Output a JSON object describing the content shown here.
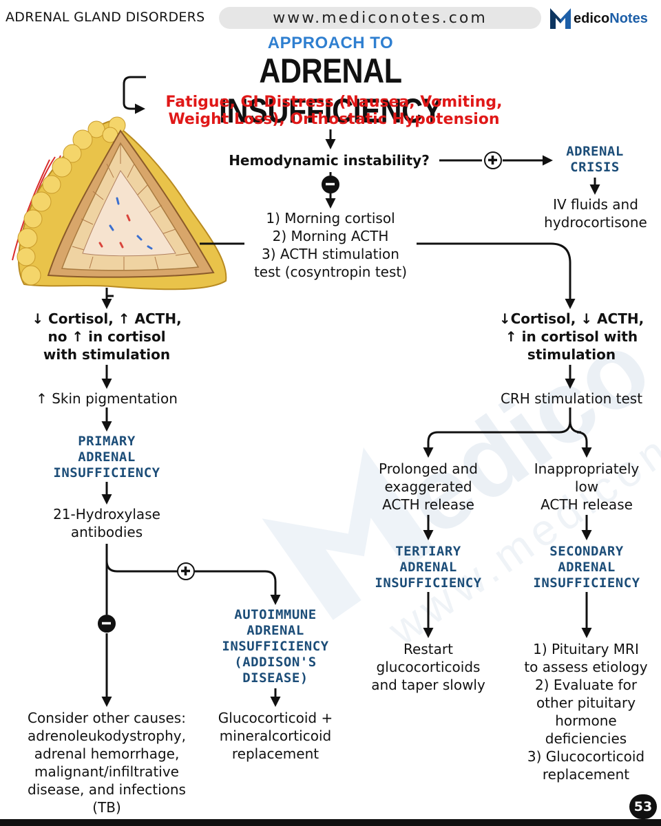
{
  "header": {
    "section_title": "ADRENAL GLAND DISORDERS",
    "url": "www.mediconotes.com",
    "logo_prefix": "edico",
    "logo_suffix": "Notes",
    "logo_letter": "M"
  },
  "title": {
    "pre": "APPROACH TO",
    "main": "ADRENAL INSUFFICIENCY",
    "symptoms_line1": "Fatigue, GI Distress (Nausea, Vomiting,",
    "symptoms_line2": "Weight Loss), Orthostatic Hypotension"
  },
  "flow": {
    "hemodynamic": "Hemodynamic instability?",
    "adrenal_crisis_1": "ADRENAL",
    "adrenal_crisis_2": "CRISIS",
    "crisis_tx_1": "IV fluids and",
    "crisis_tx_2": "hydrocortisone",
    "tests_1": "1) Morning cortisol",
    "tests_2": "2) Morning ACTH",
    "tests_3": "3) ACTH stimulation",
    "tests_4": "test (cosyntropin test)",
    "left_result_1": "↓ Cortisol, ↑ ACTH,",
    "left_result_2": "no ↑ in cortisol",
    "left_result_3": "with stimulation",
    "skin": "↑ Skin pigmentation",
    "primary_1": "PRIMARY",
    "primary_2": "ADRENAL",
    "primary_3": "INSUFFICIENCY",
    "hydroxylase_1": "21-Hydroxylase",
    "hydroxylase_2": "antibodies",
    "autoimmune_1": "AUTOIMMUNE",
    "autoimmune_2": "ADRENAL",
    "autoimmune_3": "INSUFFICIENCY",
    "autoimmune_4": "(ADDISON'S",
    "autoimmune_5": "DISEASE)",
    "autoimmune_tx_1": "Glucocorticoid +",
    "autoimmune_tx_2": "mineralcorticoid",
    "autoimmune_tx_3": "replacement",
    "other_1": "Consider other causes:",
    "other_2": "adrenoleukodystrophy,",
    "other_3": "adrenal hemorrhage,",
    "other_4": "malignant/infiltrative",
    "other_5": "disease, and infections",
    "other_6": "(TB)",
    "right_result_1": "↓Cortisol, ↓ ACTH,",
    "right_result_2": "↑ in cortisol with",
    "right_result_3": "stimulation",
    "crh": "CRH stimulation test",
    "prolonged_1": "Prolonged and",
    "prolonged_2": "exaggerated",
    "prolonged_3": "ACTH release",
    "low_1": "Inappropriately",
    "low_2": "low",
    "low_3": "ACTH release",
    "tertiary_1": "TERTIARY",
    "tertiary_2": "ADRENAL",
    "tertiary_3": "INSUFFICIENCY",
    "secondary_1": "SECONDARY",
    "secondary_2": "ADRENAL",
    "secondary_3": "INSUFFICIENCY",
    "tertiary_tx_1": "Restart",
    "tertiary_tx_2": "glucocorticoids",
    "tertiary_tx_3": "and taper slowly",
    "secondary_tx_1": "1) Pituitary MRI",
    "secondary_tx_2": "to assess etiology",
    "secondary_tx_3": "2) Evaluate for",
    "secondary_tx_4": "other pituitary",
    "secondary_tx_5": "hormone",
    "secondary_tx_6": "deficiencies",
    "secondary_tx_7": "3) Glucocorticoid",
    "secondary_tx_8": "replacement"
  },
  "signs": {
    "plus": "+",
    "minus": "−"
  },
  "page_number": "53",
  "colors": {
    "title_blue": "#2f7fd0",
    "symptom_red": "#e01818",
    "box_title_navy": "#1c4d78",
    "logo_blue": "#1d5fa8"
  }
}
